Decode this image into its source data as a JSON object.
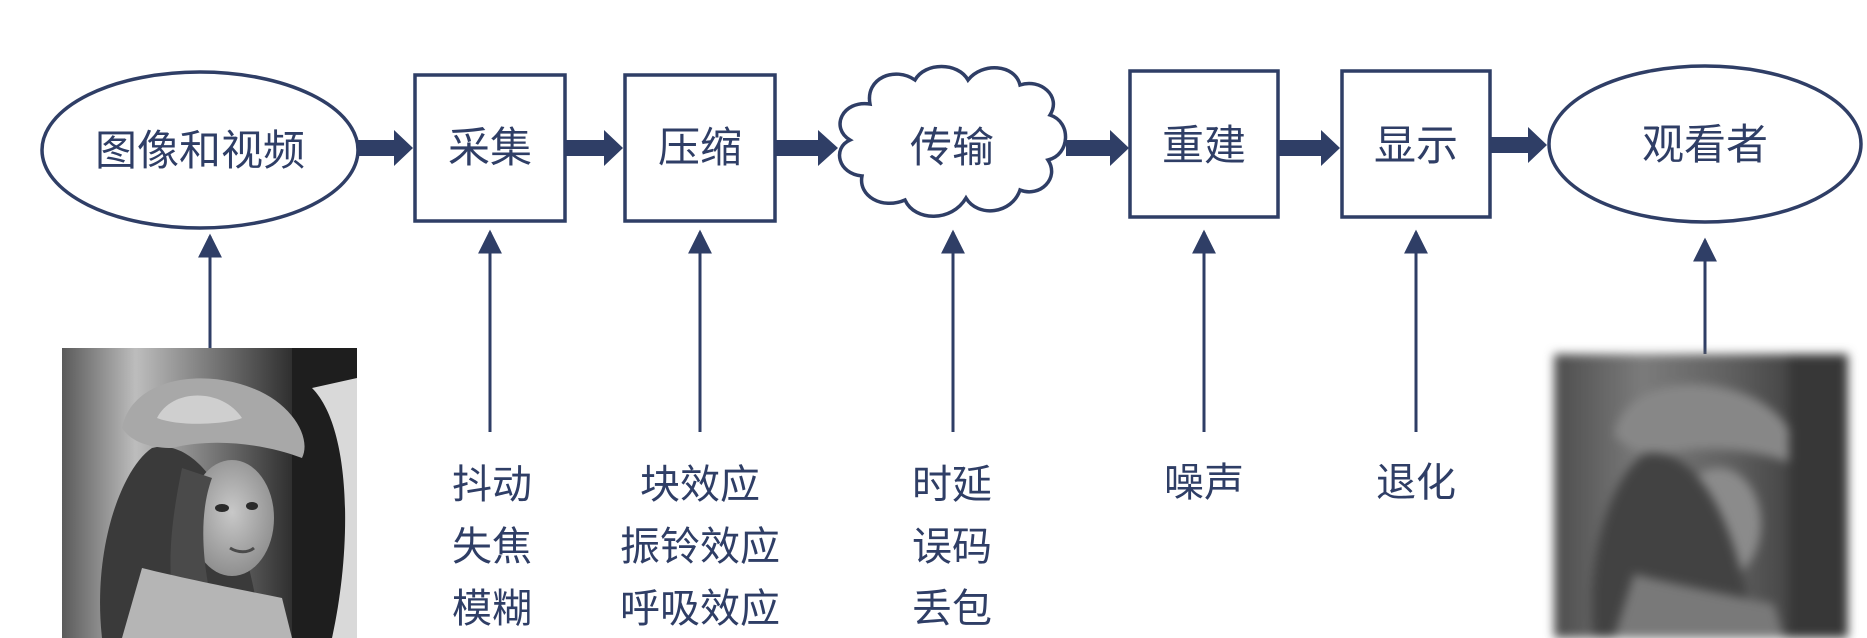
{
  "colors": {
    "line": "#2f3e66",
    "text": "#2f3e66",
    "background": "#ffffff"
  },
  "nodes": [
    {
      "id": "source",
      "label": "图像和视频",
      "shape": "ellipse"
    },
    {
      "id": "capture",
      "label": "采集",
      "shape": "rect"
    },
    {
      "id": "compress",
      "label": "压缩",
      "shape": "rect"
    },
    {
      "id": "transmit",
      "label": "传输",
      "shape": "cloud"
    },
    {
      "id": "reconstruct",
      "label": "重建",
      "shape": "rect"
    },
    {
      "id": "display",
      "label": "显示",
      "shape": "rect"
    },
    {
      "id": "viewer",
      "label": "观看者",
      "shape": "ellipse"
    }
  ],
  "issues": {
    "capture": [
      "抖动",
      "失焦",
      "模糊"
    ],
    "compress": [
      "块效应",
      "振铃效应",
      "呼吸效应"
    ],
    "transmit": [
      "时延",
      "误码",
      "丢包"
    ],
    "reconstruct": [
      "噪声"
    ],
    "display": [
      "退化"
    ]
  },
  "images": [
    {
      "id": "source-photo",
      "icon": "grayscale-portrait",
      "quality": "sharp"
    },
    {
      "id": "viewer-photo",
      "icon": "grayscale-portrait",
      "quality": "degraded"
    }
  ]
}
